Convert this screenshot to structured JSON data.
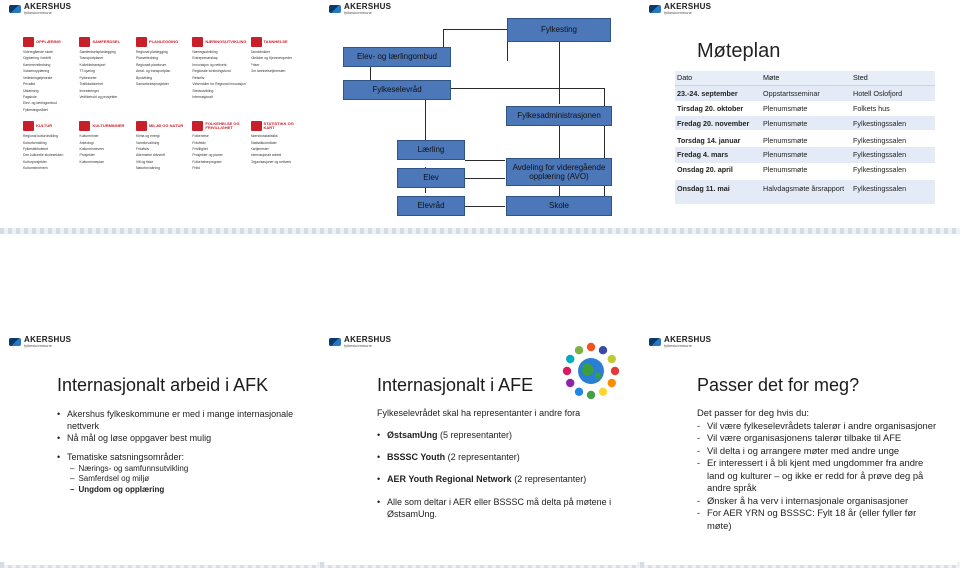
{
  "brand": {
    "name": "AKERSHUS",
    "sub": "fylkeskommune"
  },
  "slide1": {
    "topics": [
      {
        "title": "OPPLÆRING",
        "lines": [
          "Videregående skole",
          "Opplæring i bedrift",
          "Karriereveiledning",
          "Voksenopplæring",
          "Veiledningstjeneste",
          "Privatist",
          "Utdanning",
          "Fagskole",
          "Elev- og lærlingombud",
          "Fylkestingsrådet"
        ]
      },
      {
        "title": "SAMFERDSEL",
        "lines": [
          "Samferdselsplanlegging",
          "Transportplaner",
          "Kollektivtransport",
          "TT-kjøring",
          "Fylkesveier",
          "Trafikksikkerhet",
          "Investeringer",
          "Vedlikehold og prosjekter"
        ]
      },
      {
        "title": "PLANLEGGING",
        "lines": [
          "Regional planlegging",
          "Planveiledning",
          "Regionalt planforum",
          "Areal- og transportplan",
          "Byutvikling",
          "Samarbeidsprosjekter"
        ]
      },
      {
        "title": "NÆRINGSUTVIKLING",
        "lines": [
          "Næringsutvikling",
          "Entreprenørskap",
          "Innovasjon og nettverk",
          "Regionale forskningsfond",
          "Reiseliv",
          "Virkemidler for Regional innovasjon",
          "Stedsutvikling",
          "Internasjonalt"
        ]
      },
      {
        "title": "TANNHELSE",
        "lines": [
          "Tannklinikker",
          "Klinikker og Kjeveortopeder",
          "Priser",
          "Om tannhelsetjenesten"
        ]
      },
      {
        "title": "KULTUR",
        "lines": [
          "Regional kulturutvikling",
          "Kulturformidling",
          "Fylkesbiblioteket",
          "Den kulturelle skolesekken",
          "Kulturprosjekter",
          "Kulturminnevern"
        ]
      },
      {
        "title": "KULTURMINNER",
        "lines": [
          "Kulturminner",
          "Arkeologi",
          "Kulturminnevern",
          "Prosjekter",
          "Kulturminneplan"
        ]
      },
      {
        "title": "MILJØ OG NATUR",
        "lines": [
          "Klima og energi",
          "Vannforvaltning",
          "Friluftsliv",
          "Alternative drivstoff",
          "Vilt og fiske",
          "Naturforvaltning"
        ]
      },
      {
        "title": "FOLKEHELSE OG FRIVILLIGHET",
        "lines": [
          "Folkehelse",
          "Friluftsliv",
          "Frivillighet",
          "Prosjekter og planer",
          "Folkehelseprogram",
          "Fritid"
        ]
      },
      {
        "title": "STATISTIKK OG KART",
        "lines": [
          "Akershusstatistikk",
          "Statistikkområder",
          "Kartjenester",
          "Internasjonalt arbeid",
          "Organisasjoner og nettverk"
        ]
      }
    ]
  },
  "slide2": {
    "fylkesting": "Fylkesting",
    "ombud": "Elev- og lærlingombud",
    "fylkeselevrad": "Fylkeselevråd",
    "fylkesadm": "Fylkesadministrasjonen",
    "laerling": "Lærling",
    "elev": "Elev",
    "avo": "Avdeling for videregående opplæring (AVO)",
    "elevrad": "Elevråd",
    "skole": "Skole"
  },
  "slide3": {
    "title": "Møteplan",
    "headers": [
      "Dato",
      "Møte",
      "Sted"
    ],
    "rows": [
      [
        "23.-24. september",
        "Oppstartsseminar",
        "Hotell Oslofjord"
      ],
      [
        "Tirsdag 20. oktober",
        "Plenumsmøte",
        "Folkets hus"
      ],
      [
        "Fredag 20. november",
        "Plenumsmøte",
        "Fylkestingssalen"
      ],
      [
        "Torsdag 14. januar",
        "Plenumsmøte",
        "Fylkestingssalen"
      ],
      [
        "Fredag 4. mars",
        "Plenumsmøte",
        "Fylkestingssalen"
      ],
      [
        "Onsdag 20. april",
        "Plenumsmøte",
        "Fylkestingssalen"
      ],
      [
        "Onsdag 11. mai",
        "Halvdagsmøte årsrapport",
        "Fylkestingssalen"
      ]
    ]
  },
  "slide4": {
    "title": "Internasjonalt arbeid i AFK",
    "bullets": [
      "Akershus fylkeskommune er med i mange internasjonale nettverk",
      "Nå mål og løse oppgaver best mulig",
      "Tematiske satsningsområder:"
    ],
    "subs": [
      "Nærings- og samfunnsutvikling",
      "Samferdsel og miljø",
      "Ungdom og opplæring"
    ]
  },
  "slide5": {
    "title": "Internasjonalt i AFE",
    "intro": "Fylkeselevrådet skal ha representanter i andre fora",
    "items": [
      {
        "bold": "ØstsamUng",
        "rest": " (5 representanter)"
      },
      {
        "bold": "BSSSC Youth",
        "rest": " (2 representanter)"
      },
      {
        "bold": "AER Youth Regional Network",
        "rest": " (2 representanter)"
      }
    ],
    "closing": "Alle som deltar i AER eller BSSSC må delta på møtene i ØstsamUng."
  },
  "slide6": {
    "title": "Passer det for meg?",
    "intro": "Det passer for deg hvis du:",
    "items": [
      "Vil være fylkeselevrådets talerør i andre organisasjoner",
      "Vil være organisasjonens talerør tilbake til AFE",
      "Vil delta i og arrangere møter med andre unge",
      "Er interessert i å bli kjent med ungdommer fra andre land og kulturer – og ikke er redd for å prøve deg på andre språk",
      "Ønsker å ha verv i internasjonale organisasjoner",
      "For AER YRN og BSSSC: Fylt 18 år (eller fyller før møte)"
    ]
  },
  "colors": {
    "accent_red": "#c8202a",
    "box_blue": "#4c77b8",
    "table_alt": "#e4ebf6"
  }
}
